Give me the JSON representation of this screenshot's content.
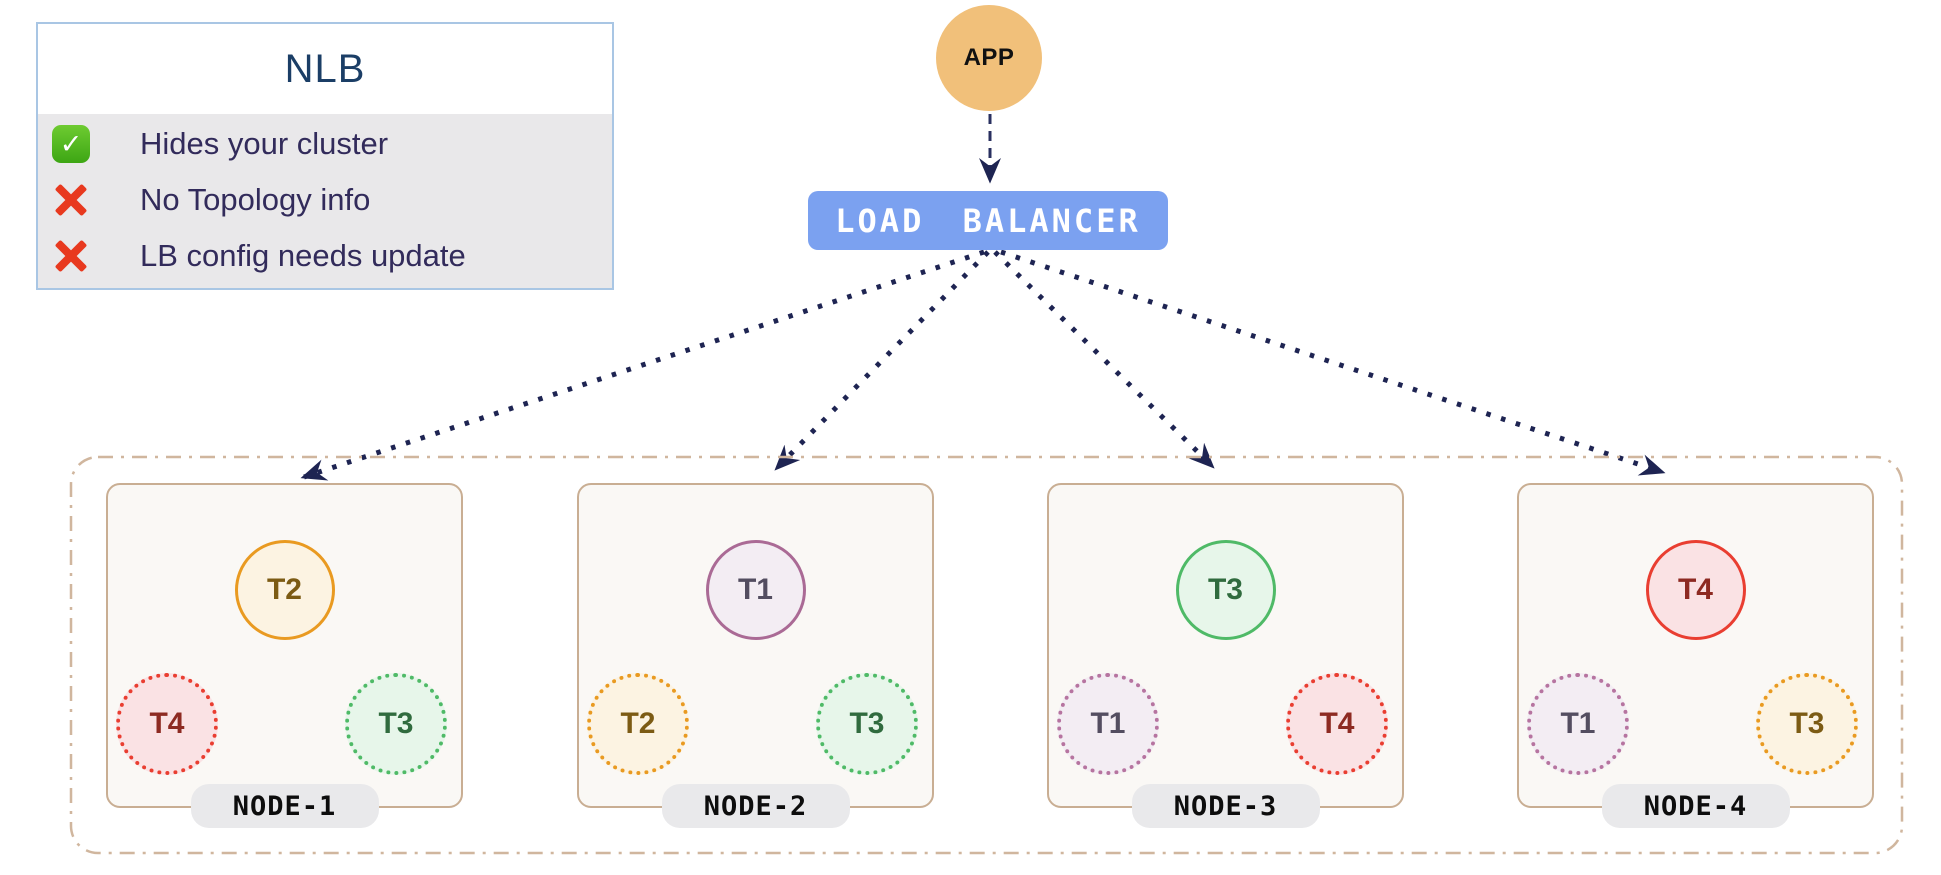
{
  "legend": {
    "title": "NLB",
    "items": [
      {
        "icon": "check-icon",
        "text": "Hides your cluster"
      },
      {
        "icon": "cross-icon",
        "text": "No Topology info"
      },
      {
        "icon": "cross-icon",
        "text": "LB config needs update"
      }
    ]
  },
  "app": {
    "label": "APP"
  },
  "load_balancer": {
    "label": "LOAD BALANCER"
  },
  "cluster": {
    "nodes": [
      {
        "name": "NODE-1",
        "primary": {
          "label": "T2",
          "tone": "orange"
        },
        "secondaries": [
          {
            "label": "T4",
            "tone": "red"
          },
          {
            "label": "T3",
            "tone": "green"
          }
        ]
      },
      {
        "name": "NODE-2",
        "primary": {
          "label": "T1",
          "tone": "purple"
        },
        "secondaries": [
          {
            "label": "T2",
            "tone": "orange"
          },
          {
            "label": "T3",
            "tone": "green"
          }
        ]
      },
      {
        "name": "NODE-3",
        "primary": {
          "label": "T3",
          "tone": "green"
        },
        "secondaries": [
          {
            "label": "T1",
            "tone": "purple"
          },
          {
            "label": "T4",
            "tone": "red"
          }
        ]
      },
      {
        "name": "NODE-4",
        "primary": {
          "label": "T4",
          "tone": "red"
        },
        "secondaries": [
          {
            "label": "T1",
            "tone": "purple"
          },
          {
            "label": "T3",
            "tone": "orange"
          }
        ]
      }
    ]
  },
  "colors": {
    "accent_blue": "#7ba1f0",
    "app_orange": "#f1c07a",
    "arrow_navy": "#1e2452",
    "legend_border": "#a9c6e4",
    "legend_body_bg": "#e9e8ea",
    "legend_text": "#322b5b",
    "legend_title": "#1b3e66",
    "check_green": "#4cb81e",
    "cross_red": "#e8391f",
    "cluster_border": "#d0b69e",
    "node_border": "#c9ae93",
    "node_bg": "#faf8f5",
    "node_label_bg": "#e9e9eb",
    "tone_orange": "#e99a21",
    "tone_red": "#e93e31",
    "tone_green": "#4fba67",
    "tone_purple": "#aa6a95"
  }
}
